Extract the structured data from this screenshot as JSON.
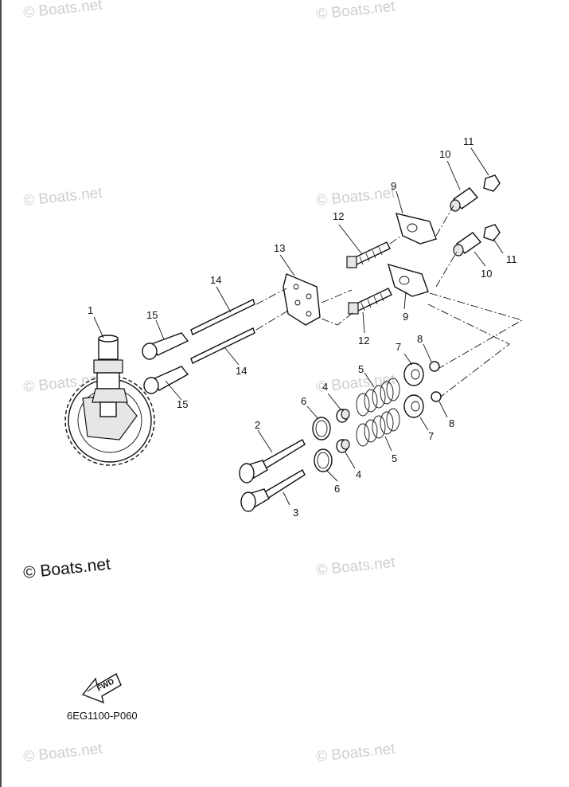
{
  "watermarks": [
    "© Boats.net",
    "© Boats.net",
    "© Boats.net",
    "© Boats.net",
    "© Boats.net",
    "© Boats.net",
    "© Boats.net",
    "© Boats.net",
    "© Boats.net"
  ],
  "copyright_mark": "© Boats.net",
  "diagram_code": "6EG1100-P060",
  "fwd_label": "FWD",
  "callouts": {
    "c1": "1",
    "c2": "2",
    "c3": "3",
    "c4a": "4",
    "c4b": "4",
    "c5a": "5",
    "c5b": "5",
    "c6a": "6",
    "c6b": "6",
    "c7a": "7",
    "c7b": "7",
    "c8a": "8",
    "c8b": "8",
    "c9a": "9",
    "c9b": "9",
    "c10a": "10",
    "c10b": "10",
    "c11a": "11",
    "c11b": "11",
    "c12a": "12",
    "c12b": "12",
    "c13": "13",
    "c14a": "14",
    "c14b": "14",
    "c15a": "15",
    "c15b": "15"
  }
}
